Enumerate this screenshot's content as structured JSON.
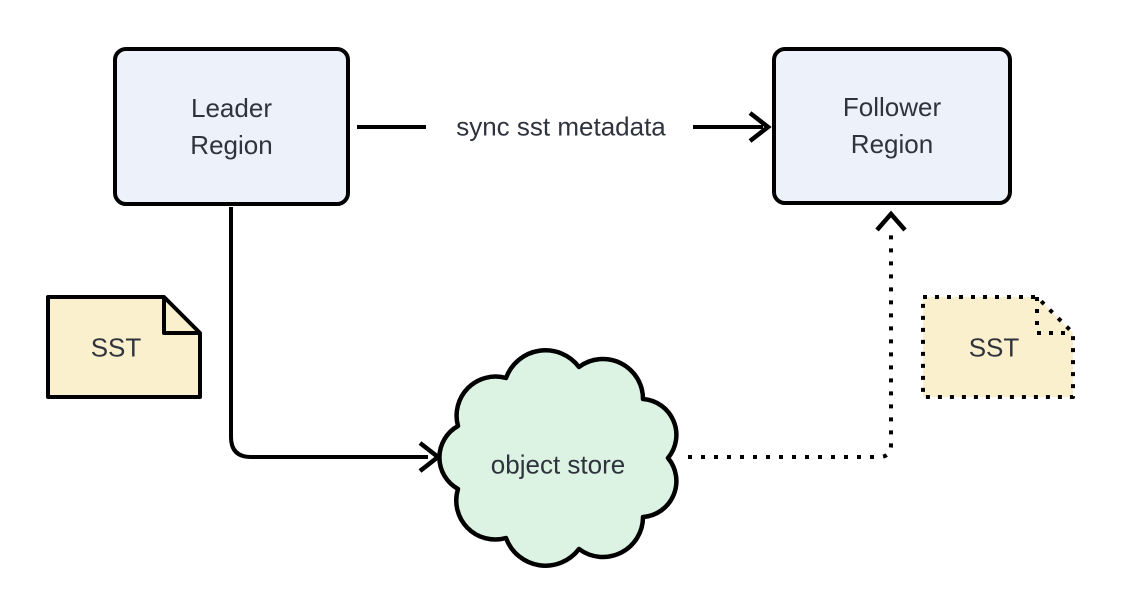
{
  "diagram": {
    "background": "#ffffff",
    "nodes": {
      "leader_region": {
        "label_line1": "Leader",
        "label_line2": "Region",
        "shape": "rounded-rectangle",
        "fill": "#edf1fa"
      },
      "follower_region": {
        "label_line1": "Follower",
        "label_line2": "Region",
        "shape": "rounded-rectangle",
        "fill": "#edf1fa"
      },
      "object_store": {
        "label": "object store",
        "shape": "cloud",
        "fill": "#dcf2e2",
        "border_style": "solid"
      },
      "sst_left": {
        "label": "SST",
        "shape": "document",
        "fill": "#fbf0cd",
        "border_style": "solid"
      },
      "sst_right": {
        "label": "SST",
        "shape": "document",
        "fill": "#fbf0cd",
        "border_style": "dotted"
      }
    },
    "edges": {
      "sync_metadata": {
        "label": "sync sst metadata",
        "from": "leader_region",
        "to": "follower_region",
        "style": "solid"
      },
      "upload": {
        "label": "",
        "from": "leader_region",
        "to": "object_store",
        "style": "solid"
      },
      "download": {
        "label": "",
        "from": "object_store",
        "to": "follower_region",
        "style": "dotted"
      }
    },
    "colors": {
      "stroke": "#000000",
      "text": "#2e333d",
      "node_fill": "#edf1fa",
      "cloud_fill": "#dcf2e2",
      "document_fill": "#fbf0cd"
    }
  }
}
